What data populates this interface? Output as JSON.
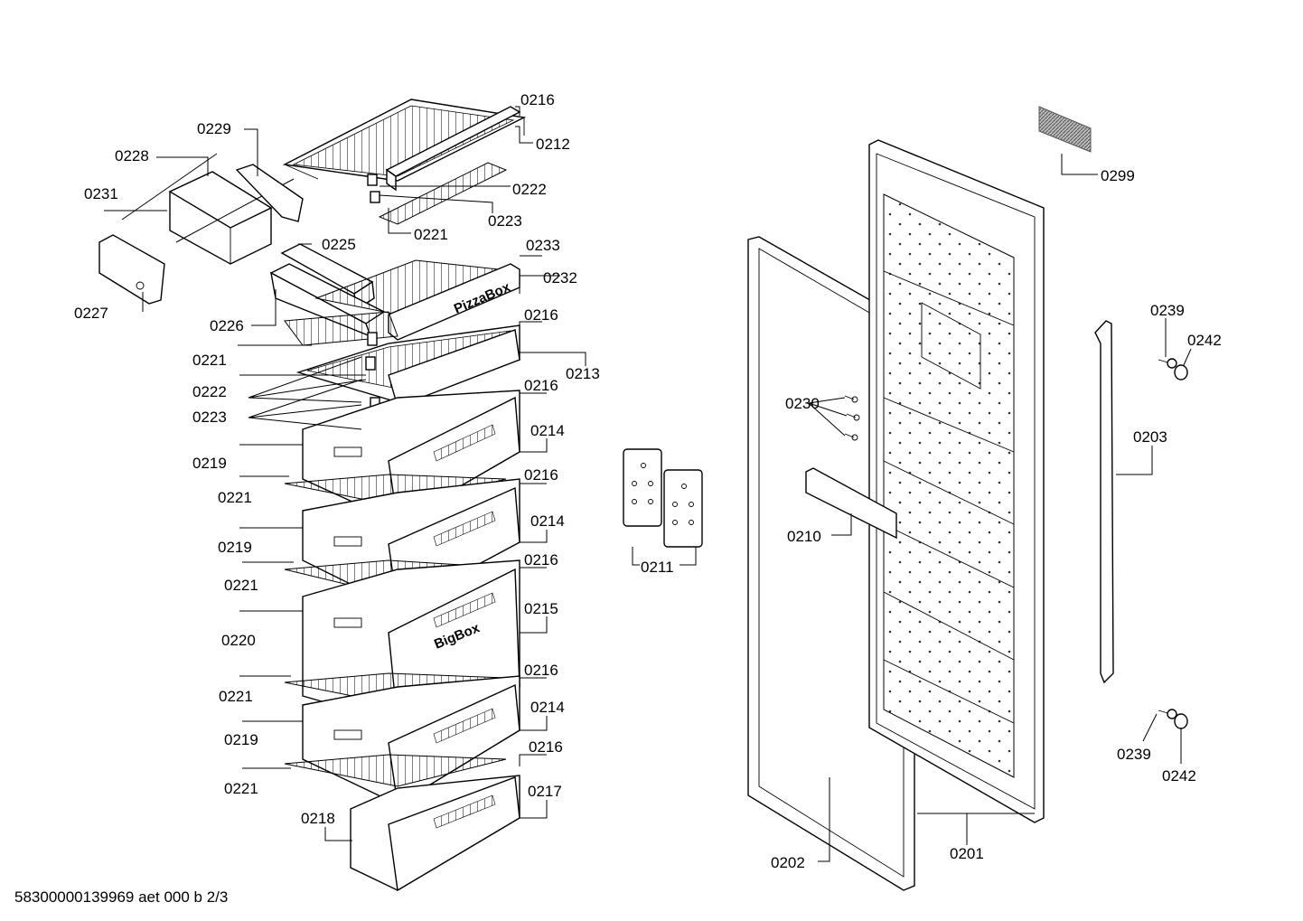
{
  "footer": {
    "doc_code": "58300000139969 aet 000 b 2/3"
  },
  "brands": {
    "pizza_box": "PizzaBox",
    "big_box": "BigBox"
  },
  "labels": {
    "l0216a": "0216",
    "l0212": "0212",
    "l0229": "0229",
    "l0228": "0228",
    "l0222a": "0222",
    "l0231": "0231",
    "l0223a": "0223",
    "l0221a": "0221",
    "l0225": "0225",
    "l0233": "0233",
    "l0232": "0232",
    "l0227": "0227",
    "l0226": "0226",
    "l0216b": "0216",
    "l0221b": "0221",
    "l0213": "0213",
    "l0222b": "0222",
    "l0216c": "0216",
    "l0223b": "0223",
    "l0214a": "0214",
    "l0219a": "0219",
    "l0221c": "0221",
    "l0216d": "0216",
    "l0214b": "0214",
    "l0219b": "0219",
    "l0216e": "0216",
    "l0221d": "0221",
    "l0215": "0215",
    "l0220": "0220",
    "l0216f": "0216",
    "l0221e": "0221",
    "l0214c": "0214",
    "l0219c": "0219",
    "l0216g": "0216",
    "l0221f": "0221",
    "l0217": "0217",
    "l0218": "0218",
    "l0211": "0211",
    "l0230": "0230",
    "l0210": "0210",
    "l0202": "0202",
    "l0201": "0201",
    "l0299": "0299",
    "l0239a": "0239",
    "l0242a": "0242",
    "l0203": "0203",
    "l0239b": "0239",
    "l0242b": "0242"
  }
}
